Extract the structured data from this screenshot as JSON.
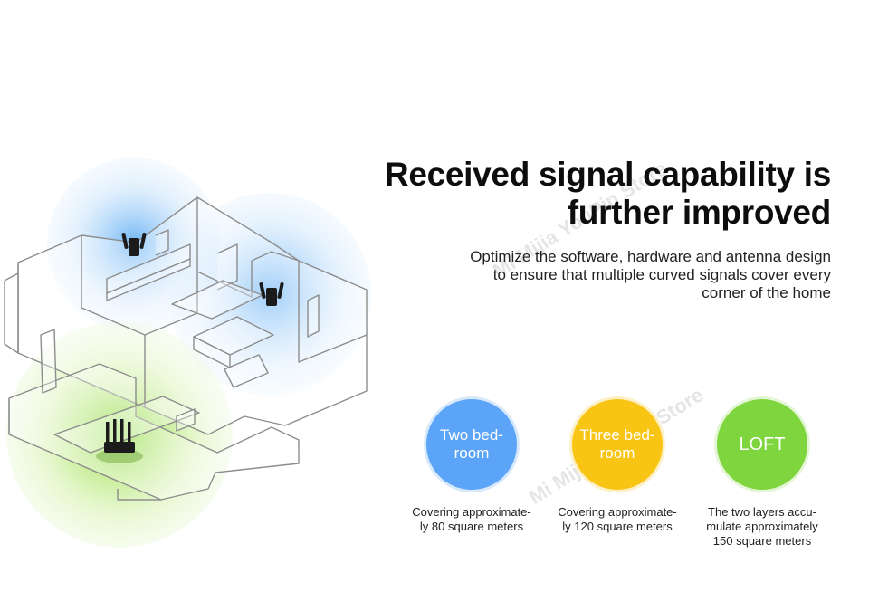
{
  "headline": {
    "line1": "Received signal capability is",
    "line2": "further improved"
  },
  "subtext": {
    "line1": "Optimize the software, hardware and antenna design",
    "line2": "to ensure that multiple curved signals cover every",
    "line3": "corner of the home"
  },
  "watermark": "Mi Mijia YouPin Store",
  "coverage": [
    {
      "label_line1": "Two bed-",
      "label_line2": "room",
      "caption_line1": "Covering approximate-",
      "caption_line2": "ly 80 square meters",
      "color": "#5ba4f7"
    },
    {
      "label_line1": "Three bed-",
      "label_line2": "room",
      "caption_line1": "Covering approximate-",
      "caption_line2": "ly 120 square meters",
      "color": "#f9c514"
    },
    {
      "label_line1": "LOFT",
      "caption_line1": "The two layers accu-",
      "caption_line2": "mulate approximately",
      "caption_line3": "150 square meters",
      "color": "#7fd53d"
    }
  ],
  "illustration": {
    "signal_colors": {
      "repeater": "#6cb4f5",
      "router": "#9ee04a"
    },
    "icons": [
      "router-icon",
      "repeater-icon"
    ]
  }
}
